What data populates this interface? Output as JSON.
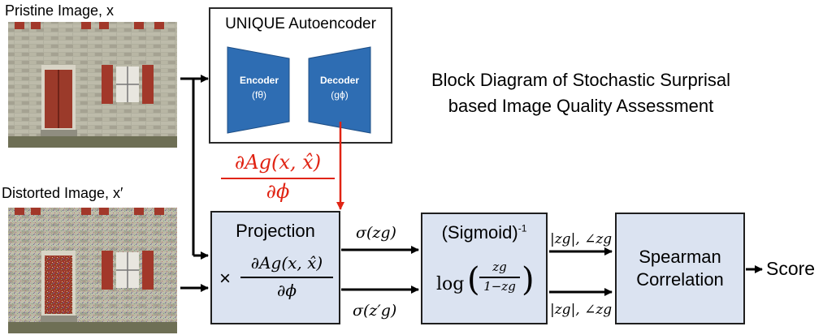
{
  "pristine_label": "Pristine Image, x",
  "distorted_label": "Distorted Image, x′",
  "autoencoder": {
    "title": "UNIQUE Autoencoder",
    "encoder_label": "Encoder",
    "encoder_sub": "(fθ)",
    "decoder_label": "Decoder",
    "decoder_sub": "(gϕ)"
  },
  "diagram_title_line1": "Block Diagram of Stochastic Surprisal",
  "diagram_title_line2": "based Image Quality Assessment",
  "gradient_numerator": "∂Ag(x, x̂)",
  "gradient_denominator": "∂ϕ",
  "projection": {
    "title": "Projection",
    "times": "×",
    "numerator": "∂Ag(x, x̂)",
    "denominator": "∂ϕ"
  },
  "sigma_top": "σ(zg)",
  "sigma_bottom": "σ(z′g)",
  "sigmoid": {
    "title": "(Sigmoid)",
    "exponent": "-1",
    "log": "log",
    "numerator": "zg",
    "denominator": "1−zg"
  },
  "mag_angle_top": "|zg|, ∠zg",
  "mag_angle_bottom": "|zg|, ∠zg",
  "spearman": {
    "line1": "Spearman",
    "line2": "Correlation"
  },
  "output_label": "Score",
  "colors": {
    "box_fill": "#dbe3f1",
    "network_blue": "#2e6db3",
    "gradient_red": "#e02414"
  }
}
